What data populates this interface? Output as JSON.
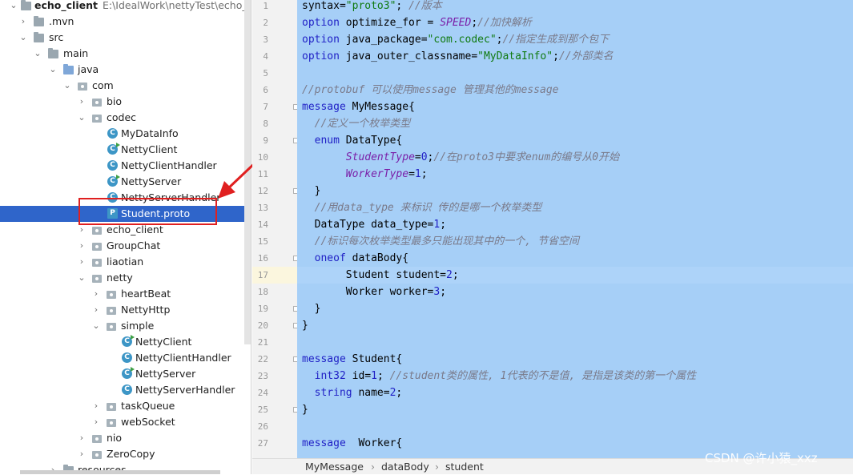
{
  "tree": {
    "project_name": "echo_client",
    "project_path": "E:\\IdealWork\\nettyTest\\echo_clien",
    "items": [
      {
        "label": ".mvn"
      },
      {
        "label": "src"
      },
      {
        "label": "main"
      },
      {
        "label": "java"
      },
      {
        "label": "com"
      },
      {
        "label": "bio"
      },
      {
        "label": "codec"
      },
      {
        "label": "MyDataInfo"
      },
      {
        "label": "NettyClient"
      },
      {
        "label": "NettyClientHandler"
      },
      {
        "label": "NettyServer"
      },
      {
        "label": "NettyServerHandler"
      },
      {
        "label": "Student.proto"
      },
      {
        "label": "echo_client"
      },
      {
        "label": "GroupChat"
      },
      {
        "label": "liaotian"
      },
      {
        "label": "netty"
      },
      {
        "label": "heartBeat"
      },
      {
        "label": "NettyHttp"
      },
      {
        "label": "simple"
      },
      {
        "label": "NettyClient"
      },
      {
        "label": "NettyClientHandler"
      },
      {
        "label": "NettyServer"
      },
      {
        "label": "NettyServerHandler"
      },
      {
        "label": "taskQueue"
      },
      {
        "label": "webSocket"
      },
      {
        "label": "nio"
      },
      {
        "label": "ZeroCopy"
      },
      {
        "label": "resources"
      }
    ],
    "icons": {
      "class": "C",
      "proto": "P"
    }
  },
  "editor": {
    "line_numbers": [
      "1",
      "2",
      "3",
      "4",
      "5",
      "6",
      "7",
      "8",
      "9",
      "10",
      "11",
      "12",
      "13",
      "14",
      "15",
      "16",
      "17",
      "18",
      "19",
      "20",
      "21",
      "22",
      "23",
      "24",
      "25",
      "26",
      "27"
    ],
    "lines": [
      [
        {
          "t": "syntax=",
          "c": "n"
        },
        {
          "t": "\"proto3\"",
          "c": "s"
        },
        {
          "t": "; ",
          "c": "n"
        },
        {
          "t": "//版本",
          "c": "c"
        }
      ],
      [
        {
          "t": "option",
          "c": "k"
        },
        {
          "t": " optimize_for = ",
          "c": "n"
        },
        {
          "t": "SPEED",
          "c": "e"
        },
        {
          "t": ";",
          "c": "n"
        },
        {
          "t": "//加快解析",
          "c": "c"
        }
      ],
      [
        {
          "t": "option",
          "c": "k"
        },
        {
          "t": " java_package=",
          "c": "n"
        },
        {
          "t": "\"com.codec\"",
          "c": "s"
        },
        {
          "t": ";",
          "c": "n"
        },
        {
          "t": "//指定生成到那个包下",
          "c": "c"
        }
      ],
      [
        {
          "t": "option",
          "c": "k"
        },
        {
          "t": " java_outer_classname=",
          "c": "n"
        },
        {
          "t": "\"MyDataInfo\"",
          "c": "s"
        },
        {
          "t": ";",
          "c": "n"
        },
        {
          "t": "//外部类名",
          "c": "c"
        }
      ],
      [],
      [
        {
          "t": "//protobuf 可以使用message 管理其他的message",
          "c": "c"
        }
      ],
      [
        {
          "t": "message",
          "c": "k"
        },
        {
          "t": " MyMessage{",
          "c": "n"
        }
      ],
      [
        {
          "t": "  ",
          "c": "n"
        },
        {
          "t": "//定义一个枚举类型",
          "c": "c"
        }
      ],
      [
        {
          "t": "  ",
          "c": "n"
        },
        {
          "t": "enum",
          "c": "k"
        },
        {
          "t": " DataType{",
          "c": "n"
        }
      ],
      [
        {
          "t": "       ",
          "c": "n"
        },
        {
          "t": "StudentType",
          "c": "e"
        },
        {
          "t": "=",
          "c": "n"
        },
        {
          "t": "0",
          "c": "k"
        },
        {
          "t": ";",
          "c": "n"
        },
        {
          "t": "//在proto3中要求enum的编号从0开始",
          "c": "c"
        }
      ],
      [
        {
          "t": "       ",
          "c": "n"
        },
        {
          "t": "WorkerType",
          "c": "e"
        },
        {
          "t": "=",
          "c": "n"
        },
        {
          "t": "1",
          "c": "k"
        },
        {
          "t": ";",
          "c": "n"
        }
      ],
      [
        {
          "t": "  }",
          "c": "n"
        }
      ],
      [
        {
          "t": "  ",
          "c": "n"
        },
        {
          "t": "//用data_type 来标识 传的是哪一个枚举类型",
          "c": "c"
        }
      ],
      [
        {
          "t": "  DataType data_type=",
          "c": "n"
        },
        {
          "t": "1",
          "c": "k"
        },
        {
          "t": ";",
          "c": "n"
        }
      ],
      [
        {
          "t": "  ",
          "c": "n"
        },
        {
          "t": "//标识每次枚举类型最多只能出现其中的一个, 节省空间",
          "c": "c"
        }
      ],
      [
        {
          "t": "  ",
          "c": "n"
        },
        {
          "t": "oneof",
          "c": "k"
        },
        {
          "t": " dataBody{",
          "c": "n"
        }
      ],
      [
        {
          "t": "       Student student=",
          "c": "n"
        },
        {
          "t": "2",
          "c": "k"
        },
        {
          "t": ";",
          "c": "n"
        }
      ],
      [
        {
          "t": "       Worker worker=",
          "c": "n"
        },
        {
          "t": "3",
          "c": "k"
        },
        {
          "t": ";",
          "c": "n"
        }
      ],
      [
        {
          "t": "  }",
          "c": "n"
        }
      ],
      [
        {
          "t": "}",
          "c": "n"
        }
      ],
      [],
      [
        {
          "t": "message",
          "c": "k"
        },
        {
          "t": " Student{",
          "c": "n"
        }
      ],
      [
        {
          "t": "  ",
          "c": "n"
        },
        {
          "t": "int32",
          "c": "k"
        },
        {
          "t": " id=",
          "c": "n"
        },
        {
          "t": "1",
          "c": "k"
        },
        {
          "t": "; ",
          "c": "n"
        },
        {
          "t": "//student类的属性, 1代表的不是值, 是指是该类的第一个属性",
          "c": "c"
        }
      ],
      [
        {
          "t": "  ",
          "c": "n"
        },
        {
          "t": "string",
          "c": "k"
        },
        {
          "t": " name=",
          "c": "n"
        },
        {
          "t": "2",
          "c": "k"
        },
        {
          "t": ";",
          "c": "n"
        }
      ],
      [
        {
          "t": "}",
          "c": "n"
        }
      ],
      [],
      [
        {
          "t": "message",
          "c": "k"
        },
        {
          "t": "  Worker{",
          "c": "n"
        }
      ]
    ]
  },
  "breadcrumb": {
    "items": [
      "MyMessage",
      "dataBody",
      "student"
    ]
  },
  "watermark": "CSDN @许小猿_xxz",
  "colors": {
    "selection": "#a6cff7",
    "tree_selected": "#2f65ca",
    "annotation": "#e02020"
  }
}
